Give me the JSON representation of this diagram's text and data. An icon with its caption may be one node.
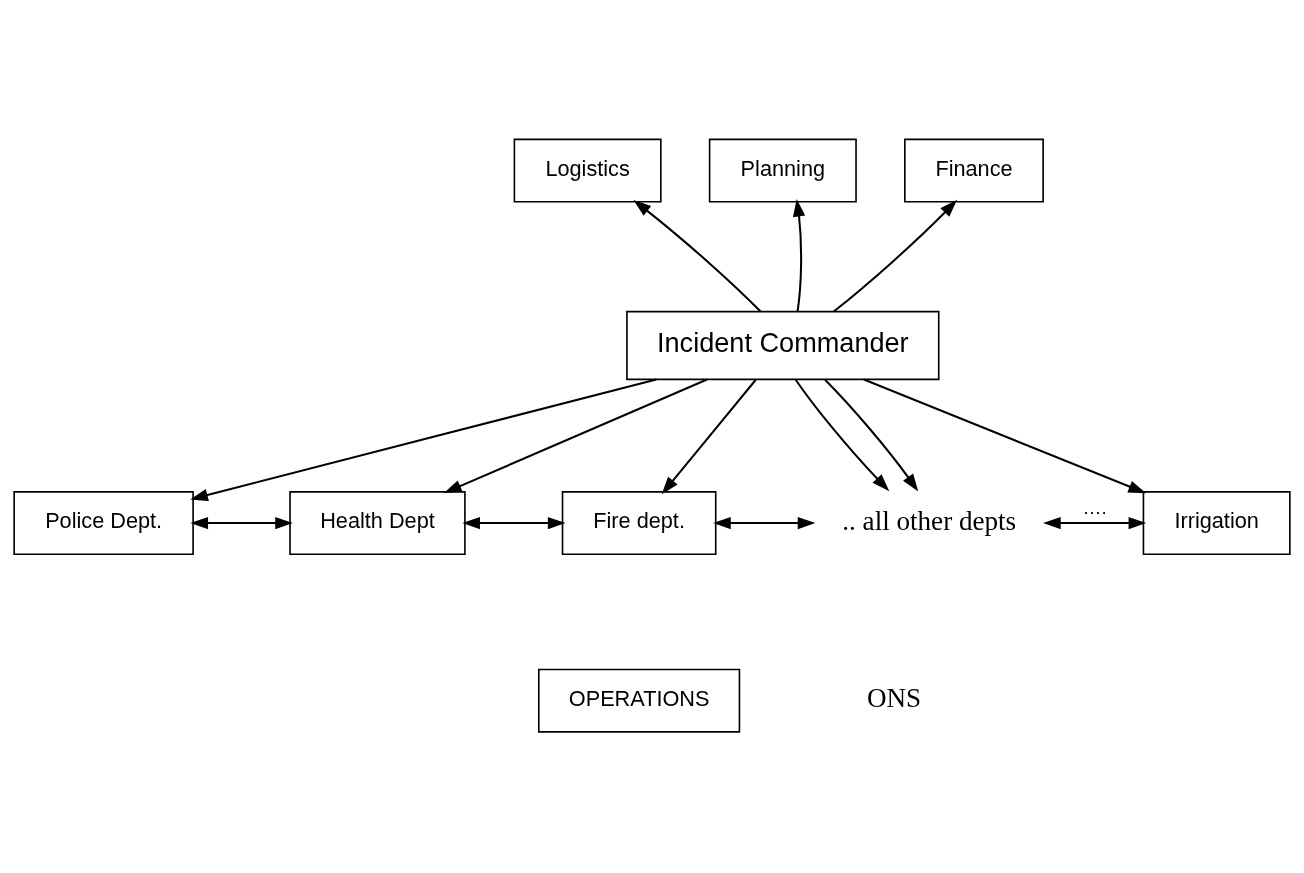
{
  "diagram": {
    "nodes": [
      {
        "text": [
          "Logistics"
        ]
      },
      {
        "text": [
          "Planning"
        ]
      },
      {
        "text": [
          "Finance"
        ]
      },
      {
        "text": [
          "Incident Commander"
        ]
      },
      {
        "text": [
          "Police Dept."
        ]
      },
      {
        "text": [
          "Health Dept"
        ]
      },
      {
        "text": [
          "Fire dept."
        ]
      },
      {
        "text": [
          ".. all other depts"
        ]
      },
      {
        "text": [
          "Irrigation"
        ]
      },
      {
        "text": [
          "OPERATIONS"
        ]
      }
    ],
    "edges": [
      {
        "from": 3,
        "to": 0,
        "arrow": "to"
      },
      {
        "from": 3,
        "to": 1,
        "arrow": "to"
      },
      {
        "from": 3,
        "to": 2,
        "arrow": "to"
      },
      {
        "from": 3,
        "to": 4,
        "arrow": "to"
      },
      {
        "from": 3,
        "to": 5,
        "arrow": "to"
      },
      {
        "from": 3,
        "to": 6,
        "arrow": "to"
      },
      {
        "from": 3,
        "to": 7,
        "arrow": "to"
      },
      {
        "from": 3,
        "to": 7,
        "arrow": "to"
      },
      {
        "from": 3,
        "to": 8,
        "arrow": "to"
      },
      {
        "from": 4,
        "to": 5,
        "arrow": "both"
      },
      {
        "from": 5,
        "to": 6,
        "arrow": "both"
      },
      {
        "from": 6,
        "to": 7,
        "arrow": "both"
      },
      {
        "from": 7,
        "to": 8,
        "arrow": "both",
        "label": "…."
      }
    ],
    "labels": [
      "ONS"
    ]
  }
}
